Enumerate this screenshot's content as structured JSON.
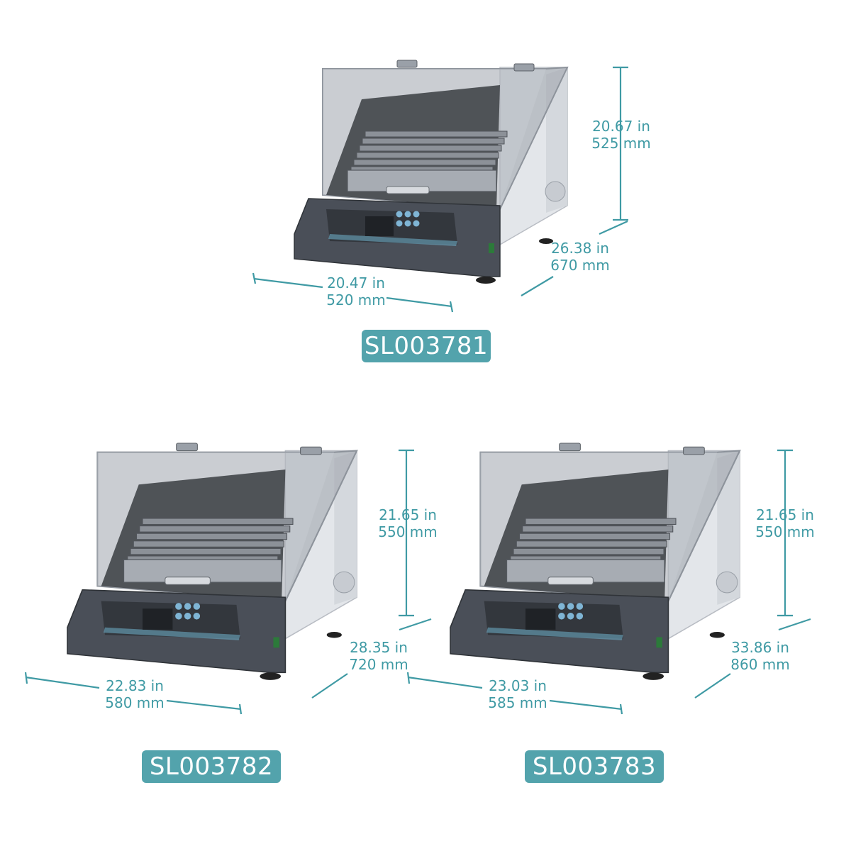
{
  "products": [
    {
      "model": "SL003781",
      "height": {
        "in": "20.67 in",
        "mm": "525 mm"
      },
      "depth": {
        "in": "26.38 in",
        "mm": "670 mm"
      },
      "width": {
        "in": "20.47 in",
        "mm": "520 mm"
      }
    },
    {
      "model": "SL003782",
      "height": {
        "in": "21.65 in",
        "mm": "550 mm"
      },
      "depth": {
        "in": "28.35 in",
        "mm": "720 mm"
      },
      "width": {
        "in": "22.83 in",
        "mm": "580 mm"
      }
    },
    {
      "model": "SL003783",
      "height": {
        "in": "21.65 in",
        "mm": "550 mm"
      },
      "depth": {
        "in": "33.86 in",
        "mm": "860 mm"
      },
      "width": {
        "in": "23.03 in",
        "mm": "585 mm"
      }
    }
  ],
  "colors": {
    "accent": "#53a3ac",
    "dimension_text": "#3f9aa4",
    "body": "#e8eaee",
    "panel": "#4a4f58"
  }
}
